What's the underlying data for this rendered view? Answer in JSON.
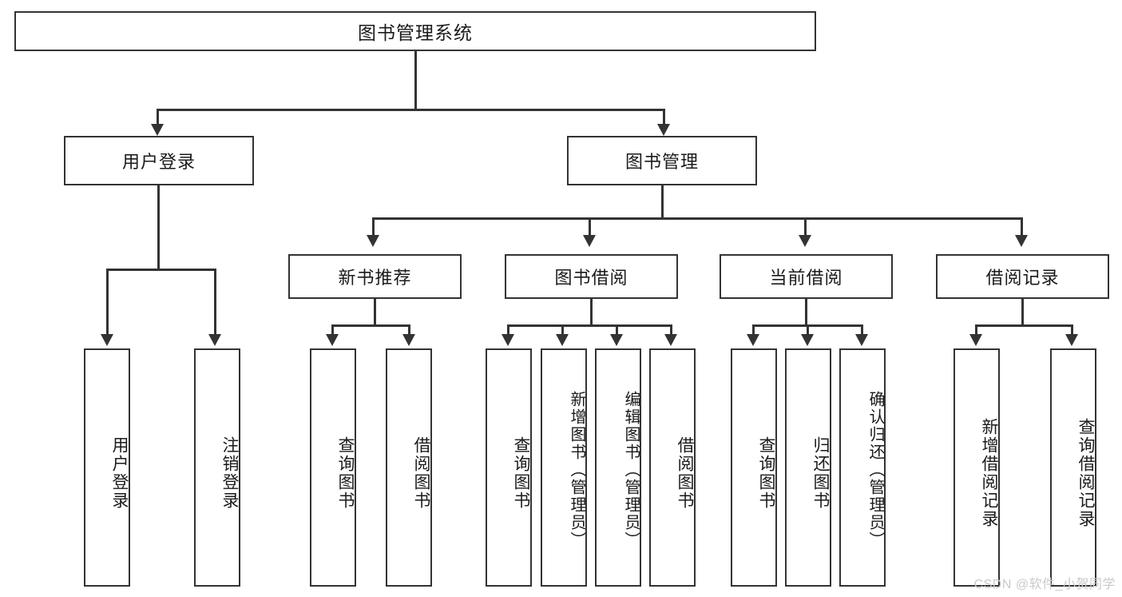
{
  "diagram": {
    "type": "tree",
    "title": "图书管理系统",
    "root": {
      "label": "图书管理系统"
    },
    "level2": [
      {
        "label": "用户登录"
      },
      {
        "label": "图书管理"
      }
    ],
    "level3": [
      {
        "label": "新书推荐"
      },
      {
        "label": "图书借阅"
      },
      {
        "label": "当前借阅"
      },
      {
        "label": "借阅记录"
      }
    ],
    "leaves": {
      "user_login": [
        {
          "label": "用户登录"
        },
        {
          "label": "注销登录"
        }
      ],
      "new_book": [
        {
          "label": "查询图书"
        },
        {
          "label": "借阅图书"
        }
      ],
      "borrow_book": [
        {
          "label": "查询图书"
        },
        {
          "label": "新增图书（管理员）"
        },
        {
          "label": "编辑图书（管理员）"
        },
        {
          "label": "借阅图书"
        }
      ],
      "current_borrow": [
        {
          "label": "查询图书"
        },
        {
          "label": "归还图书"
        },
        {
          "label": "确认归还（管理员）"
        }
      ],
      "borrow_record": [
        {
          "label": "新增借阅记录"
        },
        {
          "label": "查询借阅记录"
        }
      ]
    }
  },
  "watermark": {
    "text": "CSDN @软件_小贺同学"
  },
  "colors": {
    "stroke": "#333333",
    "background": "#ffffff",
    "text": "#1a1a1a",
    "watermark": "#c9c9c9"
  }
}
